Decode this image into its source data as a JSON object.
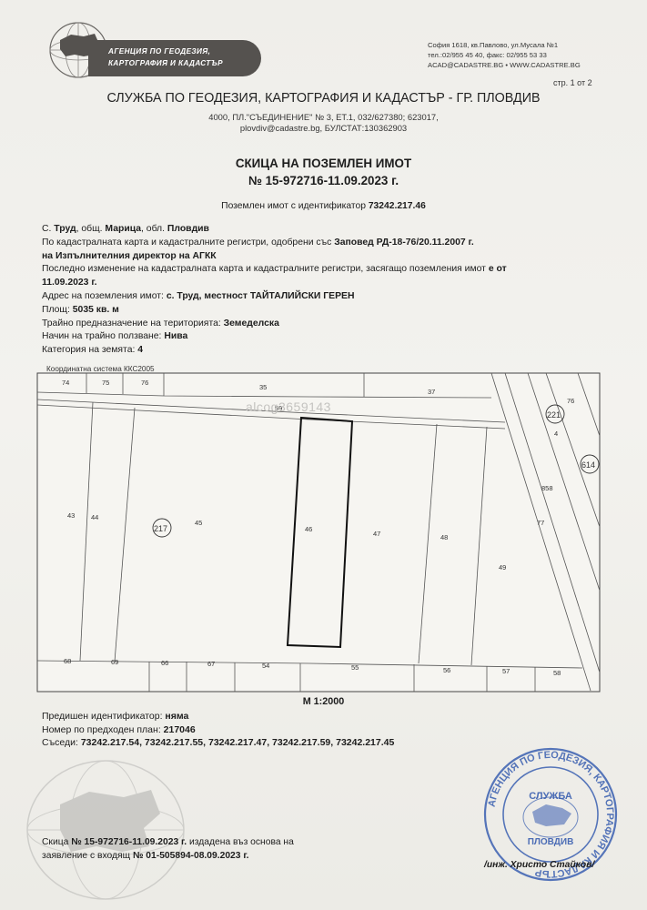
{
  "header": {
    "agency_line1": "АГЕНЦИЯ ПО ГЕОДЕЗИЯ,",
    "agency_line2": "КАРТОГРАФИЯ И КАДАСТЪР",
    "contact_line1": "София 1618, кв.Павлово, ул.Мусала №1",
    "contact_line2": "тел.:02/955 45 40, факс: 02/955 53 33",
    "contact_line3": "ACAD@CADASTRE.BG • WWW.CADASTRE.BG",
    "page_number": "стр. 1 от 2"
  },
  "office": {
    "title": "СЛУЖБА ПО ГЕОДЕЗИЯ, КАРТОГРАФИЯ И КАДАСТЪР - ГР. ПЛОВДИВ",
    "address_line1": "4000, ПЛ.\"СЪЕДИНЕНИЕ\" № 3, ЕТ.1, 032/627380; 623017,",
    "address_line2": "plovdiv@cadastre.bg, БУЛСТАТ:130362903"
  },
  "document": {
    "title_line1": "СКИЦА НА ПОЗЕМЛЕН ИМОТ",
    "title_line2": "№ 15-972716-11.09.2023 г.",
    "identifier_label": "Поземлен имот с  идентификатор",
    "identifier_value": "73242.217.46"
  },
  "property": {
    "loc_prefix": "С.",
    "village": "Труд",
    "municipality_prefix": ", общ.",
    "municipality": "Марица",
    "region_prefix": ", обл.",
    "region": "Пловдив",
    "map_approved_text": "По кадастралната карта и кадастралните регистри, одобрени със",
    "order_text": "Заповед РД-18-76/20.11.2007 г.",
    "order_issuer": "на Изпълнителния директор на АГКК",
    "last_change_text": "Последно изменение на кадастралната карта и кадастралните регистри, засягащо поземления имот",
    "last_change_date_a": "е от",
    "last_change_date_b": "11.09.2023 г.",
    "address_label": "Адрес на поземления имот:",
    "address_value": "с. Труд, местност ТАЙТАЛИЙСКИ ГЕРЕН",
    "area_label": "Площ:",
    "area_value": "5035 кв. м",
    "purpose_label": "Трайно предназначение на територията:",
    "purpose_value": "Земеделска",
    "use_label": "Начин на трайно ползване:",
    "use_value": "Нива",
    "category_label": "Категория на земята:",
    "category_value": "4"
  },
  "map": {
    "coordinate_system": "Координатна система ККС2005",
    "watermark": "alcog3659143",
    "scale": "М 1:2000",
    "parcels_top": [
      "74",
      "75",
      "76",
      "35",
      "37",
      "76"
    ],
    "road_label": "59",
    "parcels_main": [
      "43",
      "44",
      "45",
      "46",
      "47",
      "48",
      "49",
      "858",
      "77",
      "4"
    ],
    "parcels_bottom": [
      "68",
      "69",
      "66",
      "67",
      "54",
      "55",
      "56",
      "57",
      "58"
    ],
    "circled": [
      "217",
      "221",
      "614"
    ]
  },
  "details": {
    "prev_id_label": "Предишен идентификатор:",
    "prev_id_value": "няма",
    "prev_plan_label": "Номер по предходен план:",
    "prev_plan_value": "217046",
    "neighbors_label": "Съседи:",
    "neighbors_value": "73242.217.54, 73242.217.55, 73242.217.47, 73242.217.59, 73242.217.45"
  },
  "footer": {
    "line1_a": "Скица",
    "line1_b": "№ 15-972716-11.09.2023 г.",
    "line1_c": "издадена въз основа на",
    "line2_a": "заявление с входящ",
    "line2_b": "№ 01-505894-08.09.2023 г.",
    "signer": "/инж. Христо Стайков/"
  },
  "stamp": {
    "outer_text": "АГЕНЦИЯ ПО ГЕОДЕЗИЯ, КАРТОГРАФИЯ И КАДАСТЪР",
    "inner_top": "СЛУЖБА",
    "inner_bottom": "ПЛОВДИВ",
    "color": "#3a5fb0"
  }
}
